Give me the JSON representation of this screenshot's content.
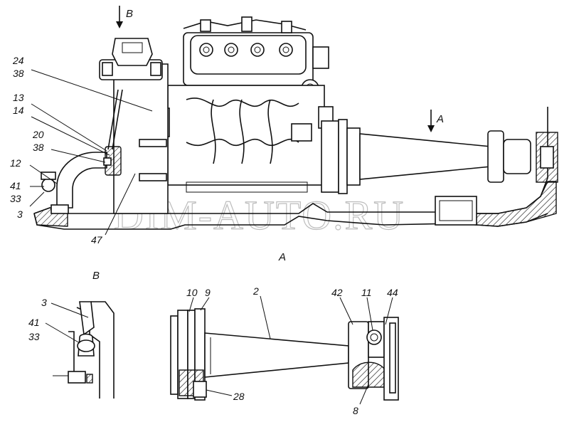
{
  "watermark": "DIM-AUTO.RU",
  "view_labels": {
    "view_b_arrow": "B",
    "view_a_arrow": "A",
    "view_a_title": "A",
    "view_b_title": "B"
  },
  "main_callouts": [
    {
      "id": "c24",
      "text": "24"
    },
    {
      "id": "c38a",
      "text": "38"
    },
    {
      "id": "c13",
      "text": "13"
    },
    {
      "id": "c14",
      "text": "14"
    },
    {
      "id": "c20",
      "text": "20"
    },
    {
      "id": "c38b",
      "text": "38"
    },
    {
      "id": "c12",
      "text": "12"
    },
    {
      "id": "c41",
      "text": "41"
    },
    {
      "id": "c33",
      "text": "33"
    },
    {
      "id": "c3",
      "text": "3"
    },
    {
      "id": "c47",
      "text": "47"
    }
  ],
  "view_b_callouts": [
    {
      "id": "b3",
      "text": "3"
    },
    {
      "id": "b41",
      "text": "41"
    },
    {
      "id": "b33",
      "text": "33"
    }
  ],
  "view_a_callouts": [
    {
      "id": "a10",
      "text": "10"
    },
    {
      "id": "a9",
      "text": "9"
    },
    {
      "id": "a2",
      "text": "2"
    },
    {
      "id": "a42",
      "text": "42"
    },
    {
      "id": "a11",
      "text": "11"
    },
    {
      "id": "a44",
      "text": "44"
    },
    {
      "id": "a28",
      "text": "28"
    },
    {
      "id": "a8",
      "text": "8"
    }
  ]
}
